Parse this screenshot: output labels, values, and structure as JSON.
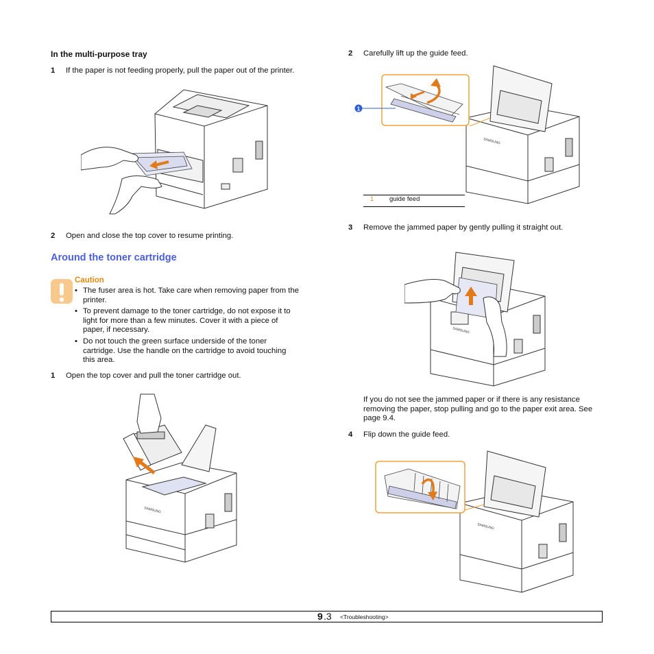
{
  "left": {
    "subheading": "In the multi-purpose tray",
    "step1": {
      "num": "1",
      "text": "If the paper is not feeding properly, pull the paper out of the printer."
    },
    "step2": {
      "num": "2",
      "text": "Open and close the top cover to resume printing."
    },
    "section_title": "Around the toner cartridge",
    "caution": {
      "title": "Caution",
      "bullets": [
        {
          "line1": "The fuser area is hot. Take care when removing paper from the",
          "line2": "printer."
        },
        {
          "line1": "To prevent damage to the toner cartridge, do not expose it to",
          "line2": "light for more than a few minutes. Cover it with a piece of",
          "line3": "paper, if necessary."
        },
        {
          "line1": "Do not touch the green surface underside of the toner",
          "line2": "cartridge. Use the handle on the cartridge to avoid touching",
          "line3": "this area."
        }
      ]
    },
    "step3": {
      "num": "1",
      "text": "Open the top cover and pull the toner cartridge out."
    }
  },
  "right": {
    "step2": {
      "num": "2",
      "text": "Carefully lift up the guide feed."
    },
    "callout_number": "1",
    "legend": {
      "num": "1",
      "label": "guide feed"
    },
    "step3": {
      "num": "3",
      "text": "Remove the jammed paper by gently pulling it straight out."
    },
    "note": {
      "line1": "If you do not see the jammed paper or if there is any resistance",
      "line2": "removing the paper, stop pulling and go to the paper exit area. See",
      "line3": "page 9.4."
    },
    "step4": {
      "num": "4",
      "text": "Flip down the guide feed."
    }
  },
  "footer": {
    "page_major": "9",
    "page_minor": ".3",
    "section": "<Troubleshooting>"
  },
  "brand_text": "SAMSUNG",
  "colors": {
    "accent_blue": "#4a5fd6",
    "caution_orange": "#e48a12",
    "callout_orange": "#f0a23c",
    "arrow_orange": "#e07a1a",
    "callout_badge": "#2f5fd0"
  }
}
